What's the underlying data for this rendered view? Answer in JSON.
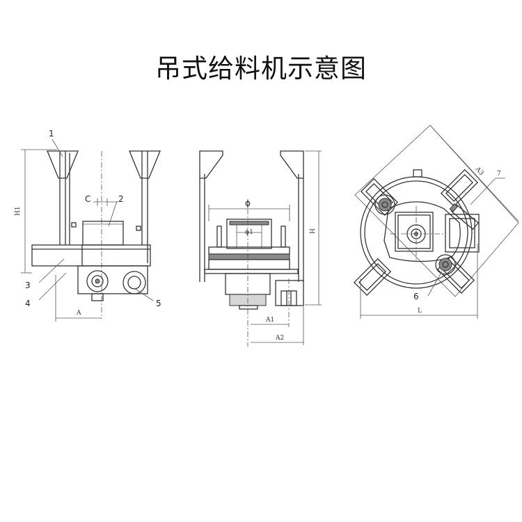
{
  "title": "吊式给料机示意图",
  "colors": {
    "line": "#333333",
    "shade": "#8a8a8a",
    "background": "#ffffff"
  },
  "side_view": {
    "part_labels": [
      "1",
      "2",
      "3",
      "4",
      "5"
    ],
    "dims": {
      "c": "C",
      "a": "A",
      "h1": "H1"
    }
  },
  "front_view": {
    "dims": {
      "phi": "ϕ",
      "phi1": "ϕ1",
      "a1": "A1",
      "a2": "A2",
      "h": "H"
    }
  },
  "top_view": {
    "part_labels": [
      "6",
      "7"
    ],
    "dims": {
      "a3": "A3",
      "l": "L"
    }
  }
}
